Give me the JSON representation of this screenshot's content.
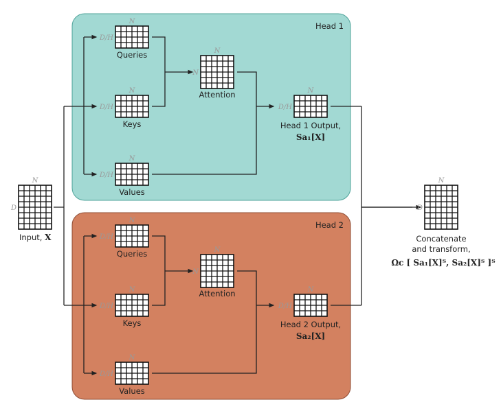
{
  "colors": {
    "head1_fill": "#a2d9d3",
    "head1_stroke": "#4fa39a",
    "head2_fill": "#d38160",
    "head2_stroke": "#8f4d35"
  },
  "dims": {
    "N": "N",
    "D": "D",
    "DH": "D/H"
  },
  "input": {
    "label": "Input, ",
    "var": "X"
  },
  "heads": [
    {
      "title": "Head 1",
      "queries": "Queries",
      "keys": "Keys",
      "values": "Values",
      "attention": "Attention",
      "output_label": "Head 1 Output,",
      "output_math": "Sa₁[X]"
    },
    {
      "title": "Head 2",
      "queries": "Queries",
      "keys": "Keys",
      "values": "Values",
      "attention": "Attention",
      "output_label": "Head 2 Output,",
      "output_math": "Sa₂[X]"
    }
  ],
  "concat": {
    "line1": "Concatenate",
    "line2": "and transform,",
    "formula": "Ωc [ Sa₁[X]ᵀ, Sa₂[X]ᵀ ]ᵀ"
  }
}
